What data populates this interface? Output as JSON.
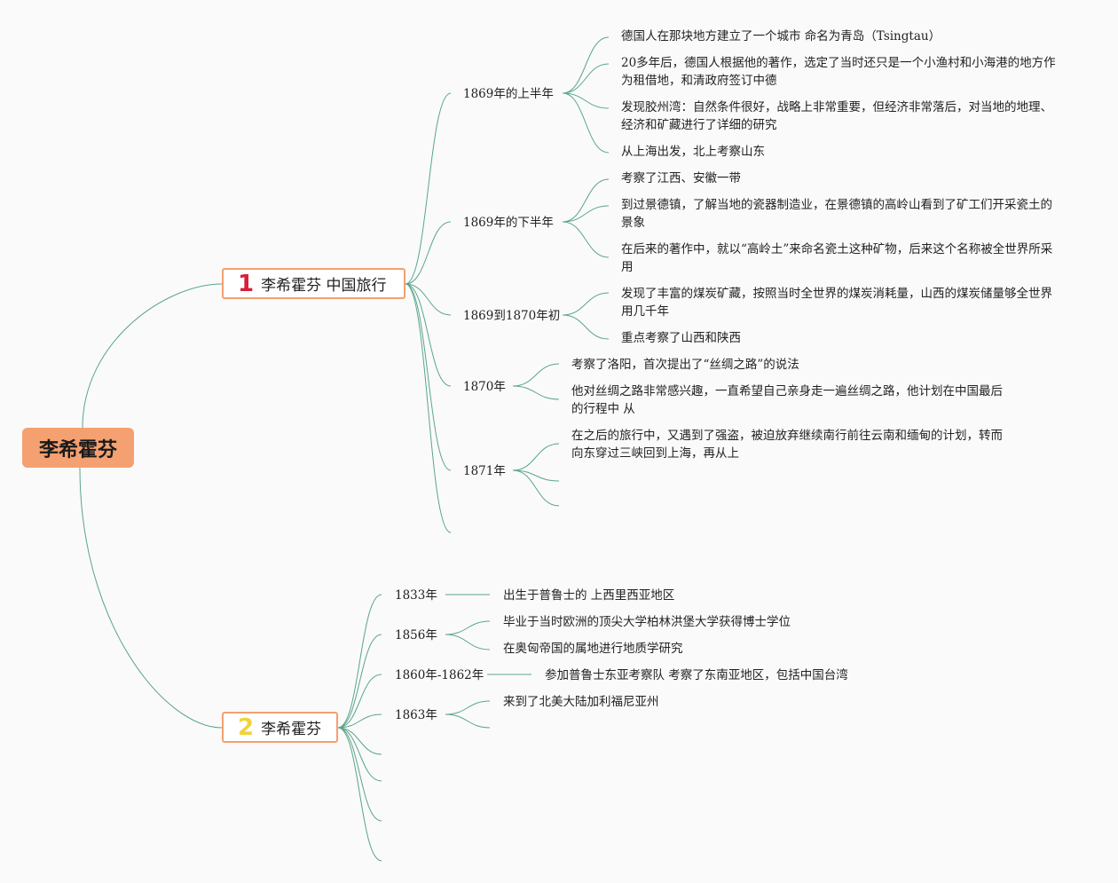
{
  "root": {
    "label": "李希霍芬"
  },
  "branch1": {
    "number": "1",
    "label": "李希霍芬 中国旅行",
    "groups": [
      {
        "label": "1869年的上半年",
        "items": [
          "德国人在那块地方建立了一个城市 命名为青岛（Tsingtau）",
          "20多年后，德国人根据他的著作，选定了当时还只是一个小渔村和小海港的地方作为租借地，和清政府签订中德",
          "发现胶州湾：自然条件很好，战略上非常重要，但经济非常落后，对当地的地理、经济和矿藏进行了详细的研究",
          "从上海出发，北上考察山东"
        ]
      },
      {
        "label": "1869年的下半年",
        "items": [
          "考察了江西、安徽一带",
          "到过景德镇，了解当地的瓷器制造业，在景德镇的高岭山看到了矿工们开采瓷土的景象",
          "在后来的著作中，就以“高岭土”来命名瓷土这种矿物，后来这个名称被全世界所采用"
        ]
      },
      {
        "label": "1869到1870年初",
        "items": [
          "发现了丰富的煤炭矿藏，按照当时全世界的煤炭消耗量，山西的煤炭储量够全世界用几千年",
          "重点考察了山西和陕西"
        ]
      },
      {
        "label": "1870年",
        "items": [
          "考察了洛阳，首次提出了“丝绸之路”的说法",
          "他对丝绸之路非常感兴趣，一直希望自己亲身走一遍丝绸之路，他计划在中国最后的行程中 从"
        ]
      },
      {
        "label": "1871年",
        "items": [
          "在之后的旅行中，又遇到了强盗，被迫放弃继续南行前往云南和缅甸的计划，转而向东穿过三峡回到上海，再从上"
        ]
      }
    ]
  },
  "branch2": {
    "number": "2",
    "label": "李希霍芬",
    "groups": [
      {
        "label": "1833年",
        "items": [
          "出生于普鲁士的 上西里西亚地区"
        ]
      },
      {
        "label": "1856年",
        "items": [
          "毕业于当时欧洲的顶尖大学柏林洪堡大学获得博士学位",
          "在奥匈帝国的属地进行地质学研究"
        ]
      },
      {
        "label": "1860年-1862年",
        "items": [
          "参加普鲁士东亚考察队 考察了东南亚地区，包括中国台湾"
        ]
      },
      {
        "label": "1863年",
        "items": [
          "来到了北美大陆加利福尼亚州"
        ]
      }
    ]
  },
  "colors": {
    "line": "#5aa58c",
    "root": "#f4a070",
    "accent1": "#d6203a",
    "accent2": "#f2d23b"
  }
}
